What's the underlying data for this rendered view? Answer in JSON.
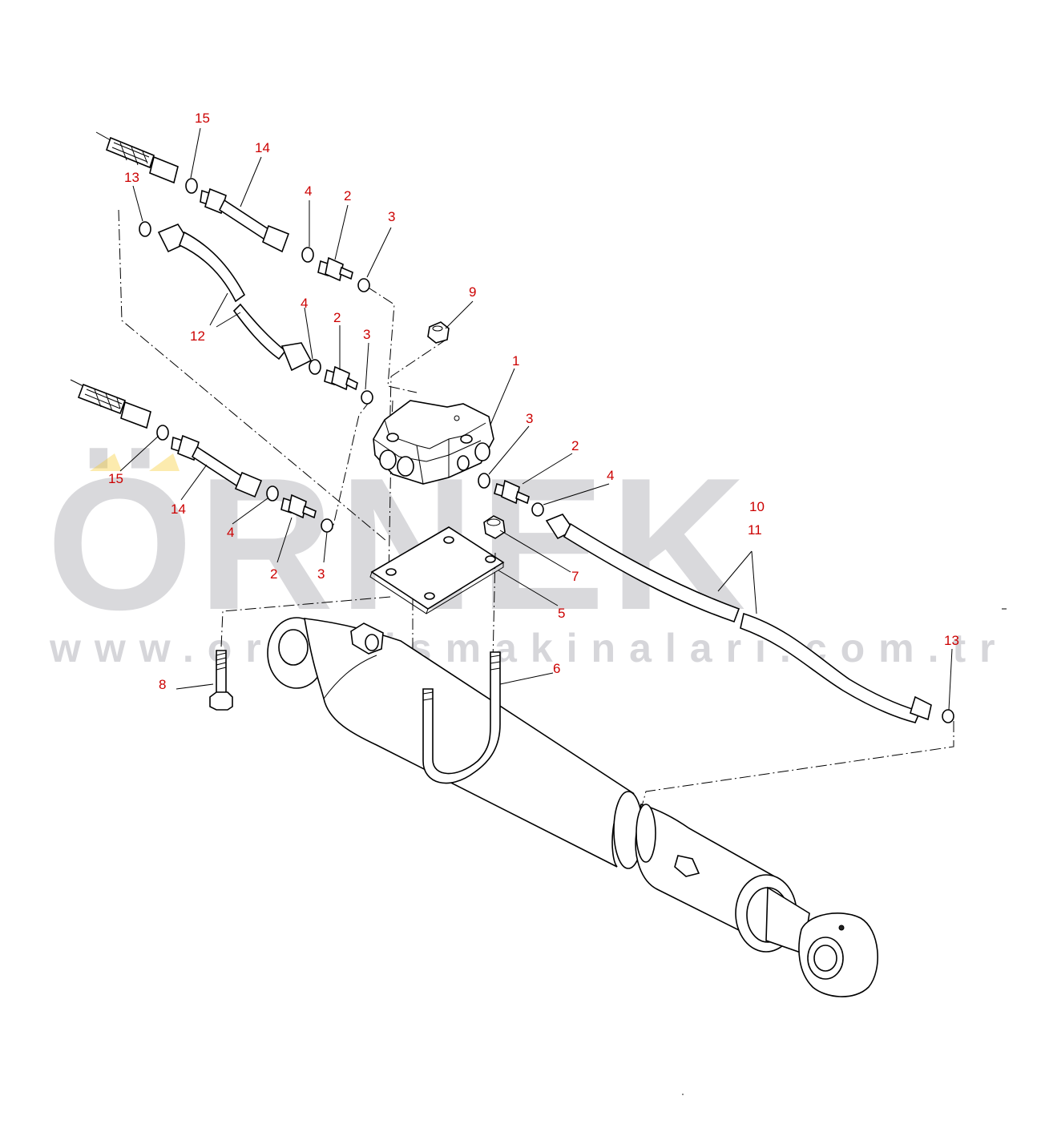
{
  "watermark": {
    "brand": "ÖRNEK",
    "url": "www.ornekismakinalari.com.tr",
    "brand_color": "#d9d9dc",
    "accent_color": "#f5c518"
  },
  "callout_color": "#cc0000",
  "callouts": {
    "c15a": "15",
    "c14a": "14",
    "c13a": "13",
    "c4a": "4",
    "c2a": "2",
    "c3a": "3",
    "c9": "9",
    "c4b": "4",
    "c2b": "2",
    "c3b": "3",
    "c12": "12",
    "c1": "1",
    "c3c": "3",
    "c2c": "2",
    "c4c": "4",
    "c15b": "15",
    "c14b": "14",
    "c4d": "4",
    "c2d": "2",
    "c3d": "3",
    "c10": "10",
    "c11": "11",
    "c7": "7",
    "c5": "5",
    "c6": "6",
    "c8": "8",
    "c13b": "13"
  }
}
